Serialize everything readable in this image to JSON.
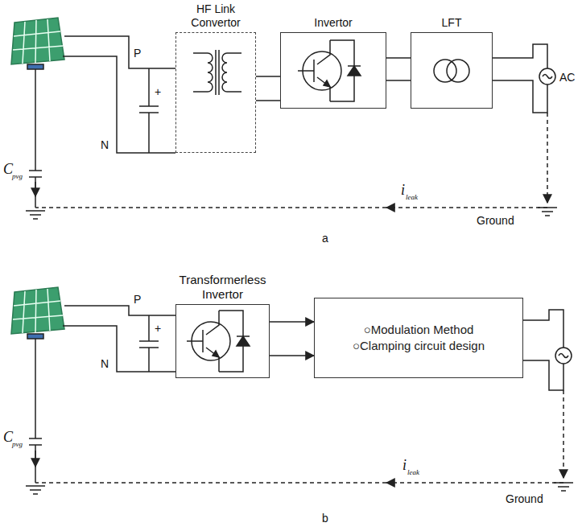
{
  "diagram": {
    "nodes": [
      {
        "text": [
          "HF Link Convertor"
        ]
      },
      {
        "text": [
          "Invertor"
        ]
      },
      {
        "text": [
          "LFT"
        ]
      },
      {
        "text": [
          "Transformerless Invertor"
        ]
      },
      {
        "text": [
          "○Modulation Method",
          "○Clamping circuit design"
        ]
      }
    ],
    "edges": [
      {
        "from": 0,
        "to": 1,
        "arrow": "none"
      },
      {
        "from": 0,
        "to": 1,
        "arrow": "none"
      },
      {
        "from": 1,
        "to": 2,
        "arrow": "none"
      },
      {
        "from": 1,
        "to": 2,
        "arrow": "none"
      },
      {
        "from": 3,
        "to": 4,
        "arrow": "to"
      },
      {
        "from": 3,
        "to": 4,
        "arrow": "to"
      }
    ],
    "labels": [
      "P",
      "N",
      "+",
      "C",
      "pvg",
      "AC",
      "i",
      "leak",
      "Ground",
      "a",
      "P",
      "N",
      "+",
      "C",
      "pvg",
      "i",
      "leak",
      "Ground",
      "b"
    ]
  }
}
